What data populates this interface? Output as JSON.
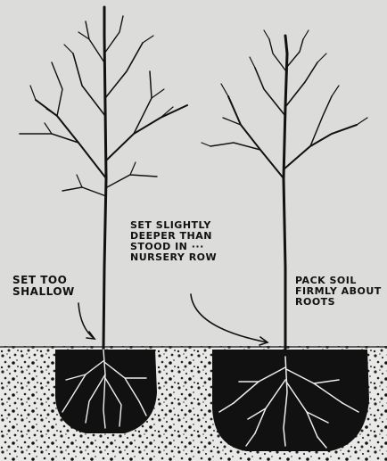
{
  "labels": {
    "left": [
      "SET TOO",
      "SHALLOW"
    ],
    "middle": [
      "SET SLIGHTLY",
      "DEEPER THAN",
      "STOOD IN ···",
      "NURSERY ROW"
    ],
    "right": [
      "PACK SOIL",
      "FIRMLY ABOUT",
      "ROOTS"
    ]
  },
  "colors": {
    "ink": "#111111",
    "paper": "#dcdcda",
    "soil": "#2a2a2a",
    "pit": "#101010"
  }
}
